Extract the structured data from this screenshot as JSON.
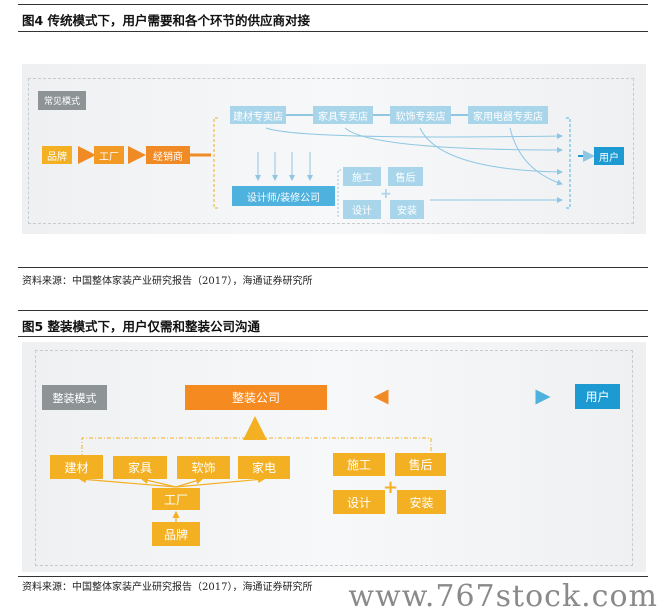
{
  "figure4": {
    "title": "图4  传统模式下，用户需要和各个环节的供应商对接",
    "mode_label": "常见模式",
    "chain": [
      "品牌",
      "工厂",
      "经销商"
    ],
    "stores": [
      "建材专卖店",
      "家具专卖店",
      "软饰专卖店",
      "家用电器专卖店"
    ],
    "designer": "设计师/装修公司",
    "services": [
      "施工",
      "售后",
      "设计",
      "安装"
    ],
    "user": "用户",
    "source": "资料来源：中国整体家装产业研究报告（2017），海通证券研究所"
  },
  "figure5": {
    "title": "图5  整装模式下，用户仅需和整装公司沟通",
    "mode_label": "整装模式",
    "company": "整装公司",
    "user": "用户",
    "categories": [
      "建材",
      "家具",
      "软饰",
      "家电"
    ],
    "factory": "工厂",
    "brand": "品牌",
    "services": [
      "施工",
      "售后",
      "设计",
      "安装"
    ],
    "source": "资料来源：中国整体家装产业研究报告（2017），海通证券研究所"
  },
  "watermark": "www.767stock.com"
}
